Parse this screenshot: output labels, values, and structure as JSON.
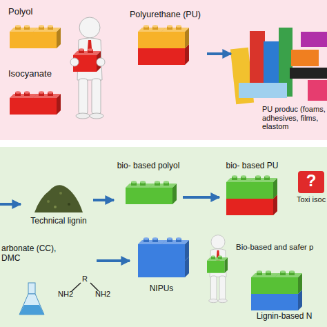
{
  "diagram": {
    "nodes": [
      {
        "text": [
          "Polyol"
        ]
      },
      {
        "text": [
          "Isocyanate"
        ]
      },
      {
        "text": [
          "Polyurethane (PU)"
        ]
      },
      {
        "text": [
          "PU produc (foams, adhesives, films, elastom"
        ]
      },
      {
        "text": [
          "Technical lignin"
        ]
      },
      {
        "text": [
          "bio- based polyol"
        ]
      },
      {
        "text": [
          "bio- based PU"
        ]
      },
      {
        "text": [
          "?",
          "Toxi isoc"
        ]
      },
      {
        "text": [
          "arbonate (CC), DMC"
        ]
      },
      {
        "text": [
          "NIPUs"
        ]
      },
      {
        "text": [
          "Lignin-based N"
        ]
      }
    ],
    "edges": [
      {
        "from": 2,
        "to": 3,
        "arrow": "to"
      },
      {
        "from": 4,
        "to": 5,
        "arrow": "to"
      },
      {
        "from": 5,
        "to": 6,
        "arrow": "to"
      },
      {
        "from": 8,
        "to": 9,
        "arrow": "to"
      }
    ],
    "labels": [
      "Bio-based and safer p",
      "NH2",
      "R",
      "NH2"
    ]
  }
}
